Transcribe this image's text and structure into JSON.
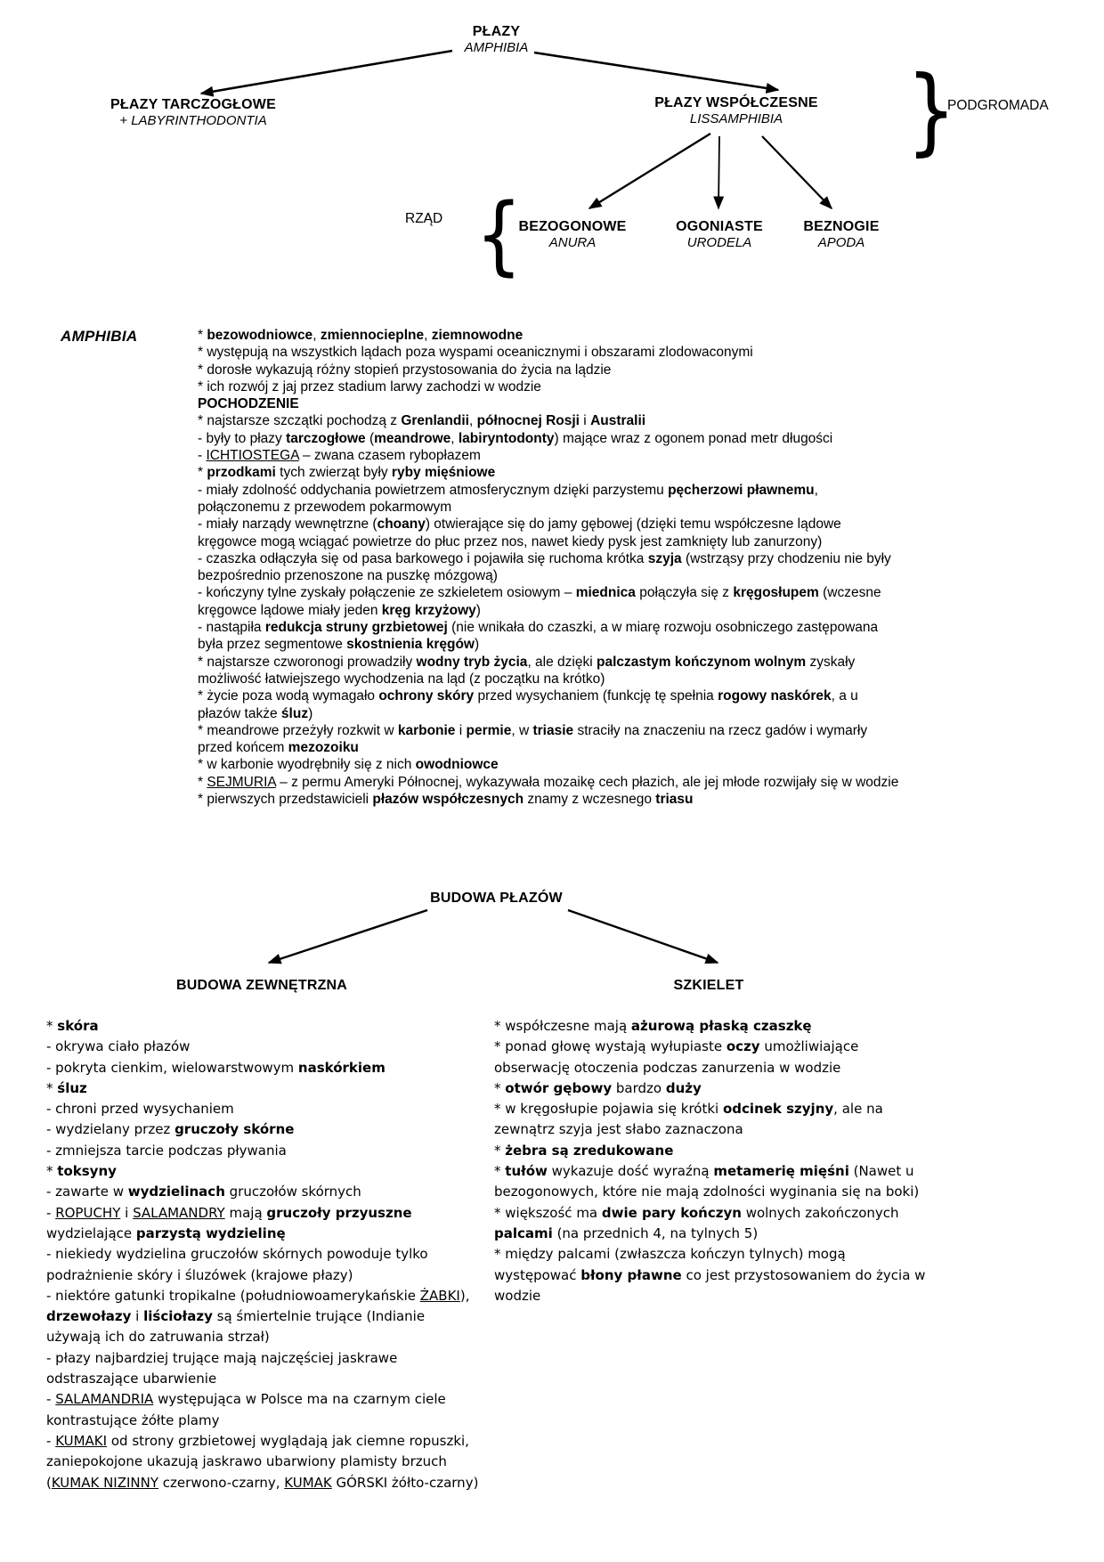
{
  "colors": {
    "text": "#000000",
    "background": "#ffffff"
  },
  "top_diagram": {
    "root": {
      "name": "PŁAZY",
      "latin": "AMPHIBIA"
    },
    "left_child": {
      "name": "PŁAZY TARCZOGŁOWE",
      "latin": "+ LABYRINTHODONTIA"
    },
    "right_child": {
      "name": "PŁAZY WSPÓŁCZESNE",
      "latin": "LISSAMPHIBIA"
    },
    "subgroup_label": "PODGROMADA",
    "order_label": "RZĄD",
    "brace_right": "}",
    "brace_left": "{",
    "orders": [
      {
        "name": "BEZOGONOWE",
        "latin": "ANURA"
      },
      {
        "name": "OGONIASTE",
        "latin": "URODELA"
      },
      {
        "name": "BEZNOGIE",
        "latin": "APODA"
      }
    ]
  },
  "amphibia_section": {
    "label": "AMPHIBIA",
    "lines": [
      [
        {
          "t": "* "
        },
        {
          "t": "bezowodniowce",
          "f": "b"
        },
        {
          "t": ", "
        },
        {
          "t": "zmiennocieplne",
          "f": "b"
        },
        {
          "t": ", "
        },
        {
          "t": "ziemnowodne",
          "f": "b"
        }
      ],
      [
        {
          "t": "* występują na wszystkich lądach poza wyspami oceanicznymi i obszarami zlodowaconymi"
        }
      ],
      [
        {
          "t": "* dorosłe wykazują różny stopień przystosowania do życia na lądzie"
        }
      ],
      [
        {
          "t": "* ich rozwój z jaj przez stadium larwy zachodzi w wodzie"
        }
      ],
      [
        {
          "t": "POCHODZENIE",
          "f": "b"
        }
      ],
      [
        {
          "t": "* najstarsze szczątki pochodzą z "
        },
        {
          "t": "Grenlandii",
          "f": "b"
        },
        {
          "t": ", "
        },
        {
          "t": "północnej Rosji",
          "f": "b"
        },
        {
          "t": " i "
        },
        {
          "t": "Australii",
          "f": "b"
        }
      ],
      [
        {
          "t": "- były to płazy "
        },
        {
          "t": "tarczogłowe",
          "f": "b"
        },
        {
          "t": " ("
        },
        {
          "t": "meandrowe",
          "f": "b"
        },
        {
          "t": ", "
        },
        {
          "t": "labiryntodonty",
          "f": "b"
        },
        {
          "t": ") mające wraz z ogonem ponad metr długości"
        }
      ],
      [
        {
          "t": "- "
        },
        {
          "t": "ICHTIOSTEGA",
          "f": "u"
        },
        {
          "t": " – zwana czasem rybopłazem"
        }
      ],
      [
        {
          "t": "* "
        },
        {
          "t": "przodkami",
          "f": "b"
        },
        {
          "t": " tych zwierząt były "
        },
        {
          "t": "ryby mięśniowe",
          "f": "b"
        }
      ],
      [
        {
          "t": "- miały zdolność oddychania powietrzem atmosferycznym dzięki parzystemu "
        },
        {
          "t": "pęcherzowi pławnemu",
          "f": "b"
        },
        {
          "t": ","
        }
      ],
      [
        {
          "t": "połączonemu z przewodem pokarmowym"
        }
      ],
      [
        {
          "t": "- miały narządy wewnętrzne ("
        },
        {
          "t": "choany",
          "f": "b"
        },
        {
          "t": ") otwierające się do jamy gębowej (dzięki temu współczesne lądowe"
        }
      ],
      [
        {
          "t": "kręgowce mogą wciągać powietrze do płuc przez nos, nawet kiedy pysk jest zamknięty lub zanurzony)"
        }
      ],
      [
        {
          "t": "- czaszka odłączyła się od pasa barkowego i pojawiła się ruchoma krótka "
        },
        {
          "t": "szyja",
          "f": "b"
        },
        {
          "t": " (wstrząsy przy chodzeniu nie były"
        }
      ],
      [
        {
          "t": "bezpośrednio przenoszone na puszkę mózgową)"
        }
      ],
      [
        {
          "t": "- kończyny tylne zyskały połączenie ze szkieletem osiowym – "
        },
        {
          "t": "miednica",
          "f": "b"
        },
        {
          "t": " połączyła się z "
        },
        {
          "t": "kręgosłupem",
          "f": "b"
        },
        {
          "t": " (wczesne"
        }
      ],
      [
        {
          "t": "kręgowce lądowe miały jeden "
        },
        {
          "t": "kręg krzyżowy",
          "f": "b"
        },
        {
          "t": ")"
        }
      ],
      [
        {
          "t": "- nastąpiła "
        },
        {
          "t": "redukcja struny grzbietowej",
          "f": "b"
        },
        {
          "t": " (nie wnikała do czaszki, a w miarę rozwoju osobniczego zastępowana"
        }
      ],
      [
        {
          "t": "była przez segmentowe "
        },
        {
          "t": "skostnienia kręgów",
          "f": "b"
        },
        {
          "t": ")"
        }
      ],
      [
        {
          "t": "* najstarsze czworonogi prowadziły "
        },
        {
          "t": "wodny tryb życia",
          "f": "b"
        },
        {
          "t": ", ale dzięki "
        },
        {
          "t": "palczastym kończynom wolnym",
          "f": "b"
        },
        {
          "t": " zyskały"
        }
      ],
      [
        {
          "t": "możliwość łatwiejszego wychodzenia na ląd (z początku na krótko)"
        }
      ],
      [
        {
          "t": "* życie poza wodą wymagało "
        },
        {
          "t": "ochrony skóry",
          "f": "b"
        },
        {
          "t": " przed wysychaniem (funkcję tę spełnia "
        },
        {
          "t": "rogowy naskórek",
          "f": "b"
        },
        {
          "t": ", a u"
        }
      ],
      [
        {
          "t": "płazów także "
        },
        {
          "t": "śluz",
          "f": "b"
        },
        {
          "t": ")"
        }
      ],
      [
        {
          "t": "* meandrowe przeżyły rozkwit w "
        },
        {
          "t": "karbonie",
          "f": "b"
        },
        {
          "t": " i "
        },
        {
          "t": "permie",
          "f": "b"
        },
        {
          "t": ", w "
        },
        {
          "t": "triasie",
          "f": "b"
        },
        {
          "t": " straciły na znaczeniu na rzecz gadów i wymarły"
        }
      ],
      [
        {
          "t": "przed końcem "
        },
        {
          "t": "mezozoiku",
          "f": "b"
        }
      ],
      [
        {
          "t": "* w karbonie wyodrębniły się z nich "
        },
        {
          "t": "owodniowce",
          "f": "b"
        }
      ],
      [
        {
          "t": "* "
        },
        {
          "t": "SEJMURIA",
          "f": "u"
        },
        {
          "t": " – z permu Ameryki Północnej, wykazywała mozaikę cech płazich, ale jej młode rozwijały się w wodzie"
        }
      ],
      [
        {
          "t": "* pierwszych przedstawicieli "
        },
        {
          "t": "płazów współczesnych",
          "f": "b"
        },
        {
          "t": " znamy z wczesnego "
        },
        {
          "t": "triasu",
          "f": "b"
        }
      ]
    ]
  },
  "budowa_diagram": {
    "title": "BUDOWA PŁAZÓW",
    "left_header": "BUDOWA ZEWNĘTRZNA",
    "right_header": "SZKIELET"
  },
  "left_column": {
    "lines": [
      [
        {
          "t": "* "
        },
        {
          "t": "skóra",
          "f": "b"
        }
      ],
      [
        {
          "t": "- okrywa ciało płazów"
        }
      ],
      [
        {
          "t": "- pokryta cienkim, wielowarstwowym "
        },
        {
          "t": "naskórkiem",
          "f": "b"
        }
      ],
      [
        {
          "t": "* "
        },
        {
          "t": "śluz",
          "f": "b"
        }
      ],
      [
        {
          "t": "- chroni przed wysychaniem"
        }
      ],
      [
        {
          "t": "- wydzielany przez "
        },
        {
          "t": "gruczoły skórne",
          "f": "b"
        }
      ],
      [
        {
          "t": "- zmniejsza tarcie podczas pływania"
        }
      ],
      [
        {
          "t": "* "
        },
        {
          "t": "toksyny",
          "f": "b"
        }
      ],
      [
        {
          "t": "- zawarte w "
        },
        {
          "t": "wydzielinach",
          "f": "b"
        },
        {
          "t": " gruczołów skórnych"
        }
      ],
      [
        {
          "t": "- "
        },
        {
          "t": "ROPUCHY",
          "f": "u"
        },
        {
          "t": " i "
        },
        {
          "t": "SALAMANDRY",
          "f": "u"
        },
        {
          "t": " mają "
        },
        {
          "t": "gruczoły przyuszne",
          "f": "b"
        }
      ],
      [
        {
          "t": "wydzielające "
        },
        {
          "t": "parzystą wydzielinę",
          "f": "b"
        }
      ],
      [
        {
          "t": "- niekiedy wydzielina gruczołów skórnych powoduje tylko"
        }
      ],
      [
        {
          "t": "podrażnienie skóry i śluzówek (krajowe płazy)"
        }
      ],
      [
        {
          "t": "- niektóre gatunki tropikalne (południowoamerykańskie "
        },
        {
          "t": "ŻABKI",
          "f": "u"
        },
        {
          "t": "),"
        }
      ],
      [
        {
          "t": "drzewołazy",
          "f": "b"
        },
        {
          "t": " i "
        },
        {
          "t": "liściołazy",
          "f": "b"
        },
        {
          "t": " są śmiertelnie trujące (Indianie"
        }
      ],
      [
        {
          "t": "używają ich do zatruwania strzał)"
        }
      ],
      [
        {
          "t": "- płazy najbardziej trujące mają najczęściej jaskrawe"
        }
      ],
      [
        {
          "t": "odstraszające ubarwienie"
        }
      ],
      [
        {
          "t": "- "
        },
        {
          "t": "SALAMANDRIA",
          "f": "u"
        },
        {
          "t": " występująca w Polsce ma na czarnym ciele"
        }
      ],
      [
        {
          "t": "kontrastujące żółte plamy"
        }
      ],
      [
        {
          "t": "- "
        },
        {
          "t": "KUMAKI",
          "f": "u"
        },
        {
          "t": " od strony grzbietowej wyglądają jak ciemne ropuszki,"
        }
      ],
      [
        {
          "t": "zaniepokojone ukazują jaskrawo ubarwiony plamisty brzuch"
        }
      ],
      [
        {
          "t": "("
        },
        {
          "t": "KUMAK NIZINNY",
          "f": "u"
        },
        {
          "t": " czerwono-czarny, "
        },
        {
          "t": "KUMAK",
          "f": "u"
        },
        {
          "t": " GÓRSKI żółto-czarny)"
        }
      ]
    ]
  },
  "right_column": {
    "lines": [
      [
        {
          "t": "* współczesne mają "
        },
        {
          "t": "ażurową płaską czaszkę",
          "f": "b"
        }
      ],
      [
        {
          "t": "* ponad głowę wystają wyłupiaste "
        },
        {
          "t": "oczy",
          "f": "b"
        },
        {
          "t": " umożliwiające"
        }
      ],
      [
        {
          "t": "obserwację otoczenia podczas zanurzenia w wodzie"
        }
      ],
      [
        {
          "t": "* "
        },
        {
          "t": "otwór gębowy",
          "f": "b"
        },
        {
          "t": " bardzo "
        },
        {
          "t": "duży",
          "f": "b"
        }
      ],
      [
        {
          "t": "* w kręgosłupie pojawia się krótki "
        },
        {
          "t": "odcinek szyjny",
          "f": "b"
        },
        {
          "t": ", ale na"
        }
      ],
      [
        {
          "t": "zewnątrz szyja jest słabo zaznaczona"
        }
      ],
      [
        {
          "t": "* "
        },
        {
          "t": "żebra są zredukowane",
          "f": "b"
        }
      ],
      [
        {
          "t": "* "
        },
        {
          "t": "tułów",
          "f": "b"
        },
        {
          "t": " wykazuje dość wyraźną "
        },
        {
          "t": "metamerię mięśni",
          "f": "b"
        },
        {
          "t": " (Nawet u"
        }
      ],
      [
        {
          "t": "bezogonowych, które nie mają zdolności wyginania się na boki)"
        }
      ],
      [
        {
          "t": "* większość ma "
        },
        {
          "t": "dwie pary kończyn",
          "f": "b"
        },
        {
          "t": " wolnych zakończonych"
        }
      ],
      [
        {
          "t": "palcami",
          "f": "b"
        },
        {
          "t": " (na przednich 4, na tylnych 5)"
        }
      ],
      [
        {
          "t": "* między palcami (zwłaszcza kończyn tylnych) mogą"
        }
      ],
      [
        {
          "t": "występować "
        },
        {
          "t": "błony pławne",
          "f": "b"
        },
        {
          "t": " co jest przystosowaniem do życia w"
        }
      ],
      [
        {
          "t": "wodzie"
        }
      ]
    ]
  }
}
